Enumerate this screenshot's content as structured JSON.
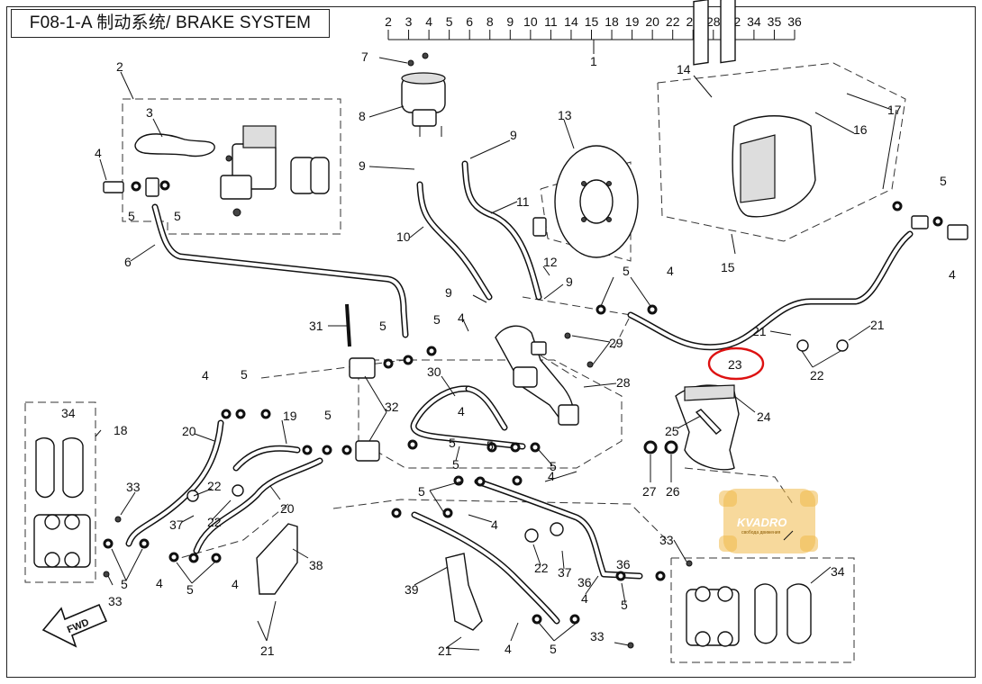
{
  "title": "F08-1-A 制动系统/ BRAKE SYSTEM",
  "assembly_numbers": [
    "2",
    "3",
    "4",
    "5",
    "6",
    "8",
    "9",
    "10",
    "11",
    "14",
    "15",
    "18",
    "19",
    "20",
    "22",
    "23",
    "28",
    "32",
    "34",
    "35",
    "36"
  ],
  "assembly_label": "1",
  "labels": {
    "l2": "2",
    "l3": "3",
    "l4a": "4",
    "l5a": "5",
    "l5b": "5",
    "l6": "6",
    "l7": "7",
    "l8": "8",
    "l9a": "9",
    "l9b": "9",
    "l9c": "9",
    "l9d": "9",
    "l10": "10",
    "l11": "11",
    "l12": "12",
    "l13": "13",
    "l14": "14",
    "l15": "15",
    "l16": "16",
    "l17": "17",
    "l5c": "5",
    "l4b": "4",
    "l5d": "5",
    "l4c": "4",
    "l21a": "21",
    "l21b": "21",
    "l22a": "22",
    "l23": "23",
    "l24": "24",
    "l25": "25",
    "l26": "26",
    "l27": "27",
    "l31": "31",
    "l5e": "5",
    "l5f": "5",
    "l4d": "4",
    "l29": "29",
    "l28": "28",
    "l30": "30",
    "l32": "32",
    "l4e": "4",
    "l5g": "5",
    "l5h": "5",
    "l5i": "5",
    "l4f": "4",
    "l19": "19",
    "l20a": "20",
    "l20b": "20",
    "l34a": "34",
    "l18": "18",
    "l33a": "33",
    "l22b": "22",
    "l22c": "22",
    "l37a": "37",
    "l5j": "5",
    "l4g": "4",
    "l5k": "5",
    "l4h": "4",
    "l33b": "33",
    "l38": "38",
    "l21c": "21",
    "l5l": "5",
    "l4i": "4",
    "l22d": "22",
    "l37b": "37",
    "l36a": "36",
    "l36b": "36",
    "l4j": "4",
    "l5m": "5",
    "l39": "39",
    "l21d": "21",
    "l4k": "4",
    "l5n": "5",
    "l33c": "33",
    "l33d": "33",
    "l34b": "34",
    "l5o": "5",
    "l5p": "5",
    "l4l": "4",
    "l5q": "5"
  },
  "fwd_label": "FWD",
  "watermark": {
    "text": "KVADRO",
    "subtext": "свобода движения"
  },
  "highlight_color": "#dd1111"
}
